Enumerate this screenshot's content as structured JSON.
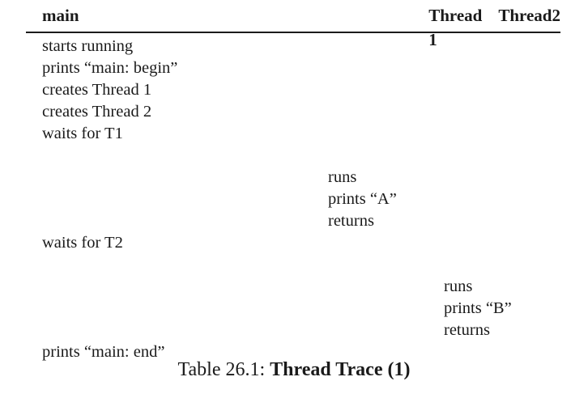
{
  "figure": {
    "columns": [
      "main",
      "Thread 1",
      "Thread2"
    ],
    "caption_label": "Table 26.1:",
    "caption_title": "Thread Trace (1)",
    "rule_color": "#1b1b1b",
    "text_color": "#1a1a1a",
    "background": "#ffffff"
  },
  "rows": [
    {
      "main": "starts running",
      "t1": "",
      "t2": ""
    },
    {
      "main": "prints “main: begin”",
      "t1": "",
      "t2": ""
    },
    {
      "main": "creates Thread 1",
      "t1": "",
      "t2": ""
    },
    {
      "main": "creates Thread 2",
      "t1": "",
      "t2": ""
    },
    {
      "main": "waits for T1",
      "t1": "",
      "t2": ""
    },
    {
      "main": "",
      "t1": "",
      "t2": ""
    },
    {
      "main": "",
      "t1": "runs",
      "t2": ""
    },
    {
      "main": "",
      "t1": "prints “A”",
      "t2": ""
    },
    {
      "main": "",
      "t1": "returns",
      "t2": ""
    },
    {
      "main": "waits for T2",
      "t1": "",
      "t2": ""
    },
    {
      "main": "",
      "t1": "",
      "t2": ""
    },
    {
      "main": "",
      "t1": "",
      "t2": "runs"
    },
    {
      "main": "",
      "t1": "",
      "t2": "prints “B”"
    },
    {
      "main": "",
      "t1": "",
      "t2": "returns"
    },
    {
      "main": "prints “main: end”",
      "t1": "",
      "t2": ""
    }
  ]
}
